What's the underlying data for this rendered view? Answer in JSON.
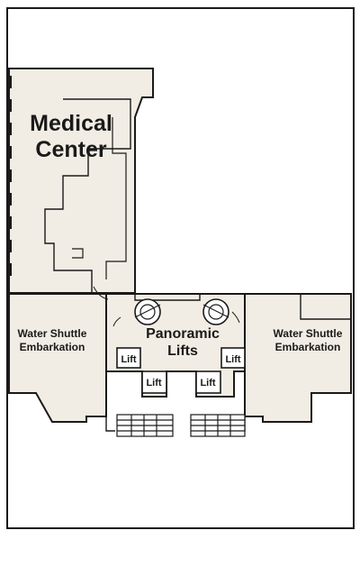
{
  "labels": {
    "medical_center_line1": "Medical",
    "medical_center_line2": "Center",
    "water_shuttle_left_line1": "Water Shuttle",
    "water_shuttle_left_line2": "Embarkation",
    "water_shuttle_right_line1": "Water Shuttle",
    "water_shuttle_right_line2": "Embarkation",
    "panoramic_lifts_line1": "Panoramic",
    "panoramic_lifts_line2": "Lifts",
    "lift_upper_left": "Lift",
    "lift_upper_right": "Lift",
    "lift_lower_left": "Lift",
    "lift_lower_right": "Lift"
  },
  "colors": {
    "floor_fill": "#f1ede4",
    "wall_stroke": "#1a1a1a",
    "background": "#ffffff"
  }
}
